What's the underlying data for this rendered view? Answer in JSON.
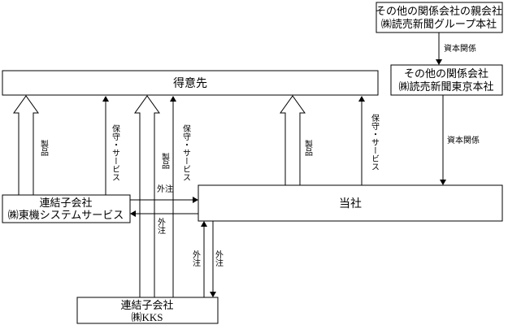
{
  "nodes": {
    "parent_top": {
      "line1": "その他の関係会社の親会社",
      "line2": "㈱読売新聞グループ本社"
    },
    "parent_tokyo": {
      "line1": "その他の関係会社",
      "line2": "㈱読売新聞東京本社"
    },
    "customer": {
      "label": "得意先"
    },
    "company": {
      "label": "当社"
    },
    "sub_toki": {
      "line1": "連結子会社",
      "line2": "㈱東機システムサービス"
    },
    "sub_kks": {
      "line1": "連結子会社",
      "line2": "㈱KKS"
    }
  },
  "edges": {
    "capital_1": "資本関係",
    "capital_2": "資本関係",
    "products": "製品",
    "maintenance": "保守・サービス",
    "outsourcing": "外注"
  }
}
